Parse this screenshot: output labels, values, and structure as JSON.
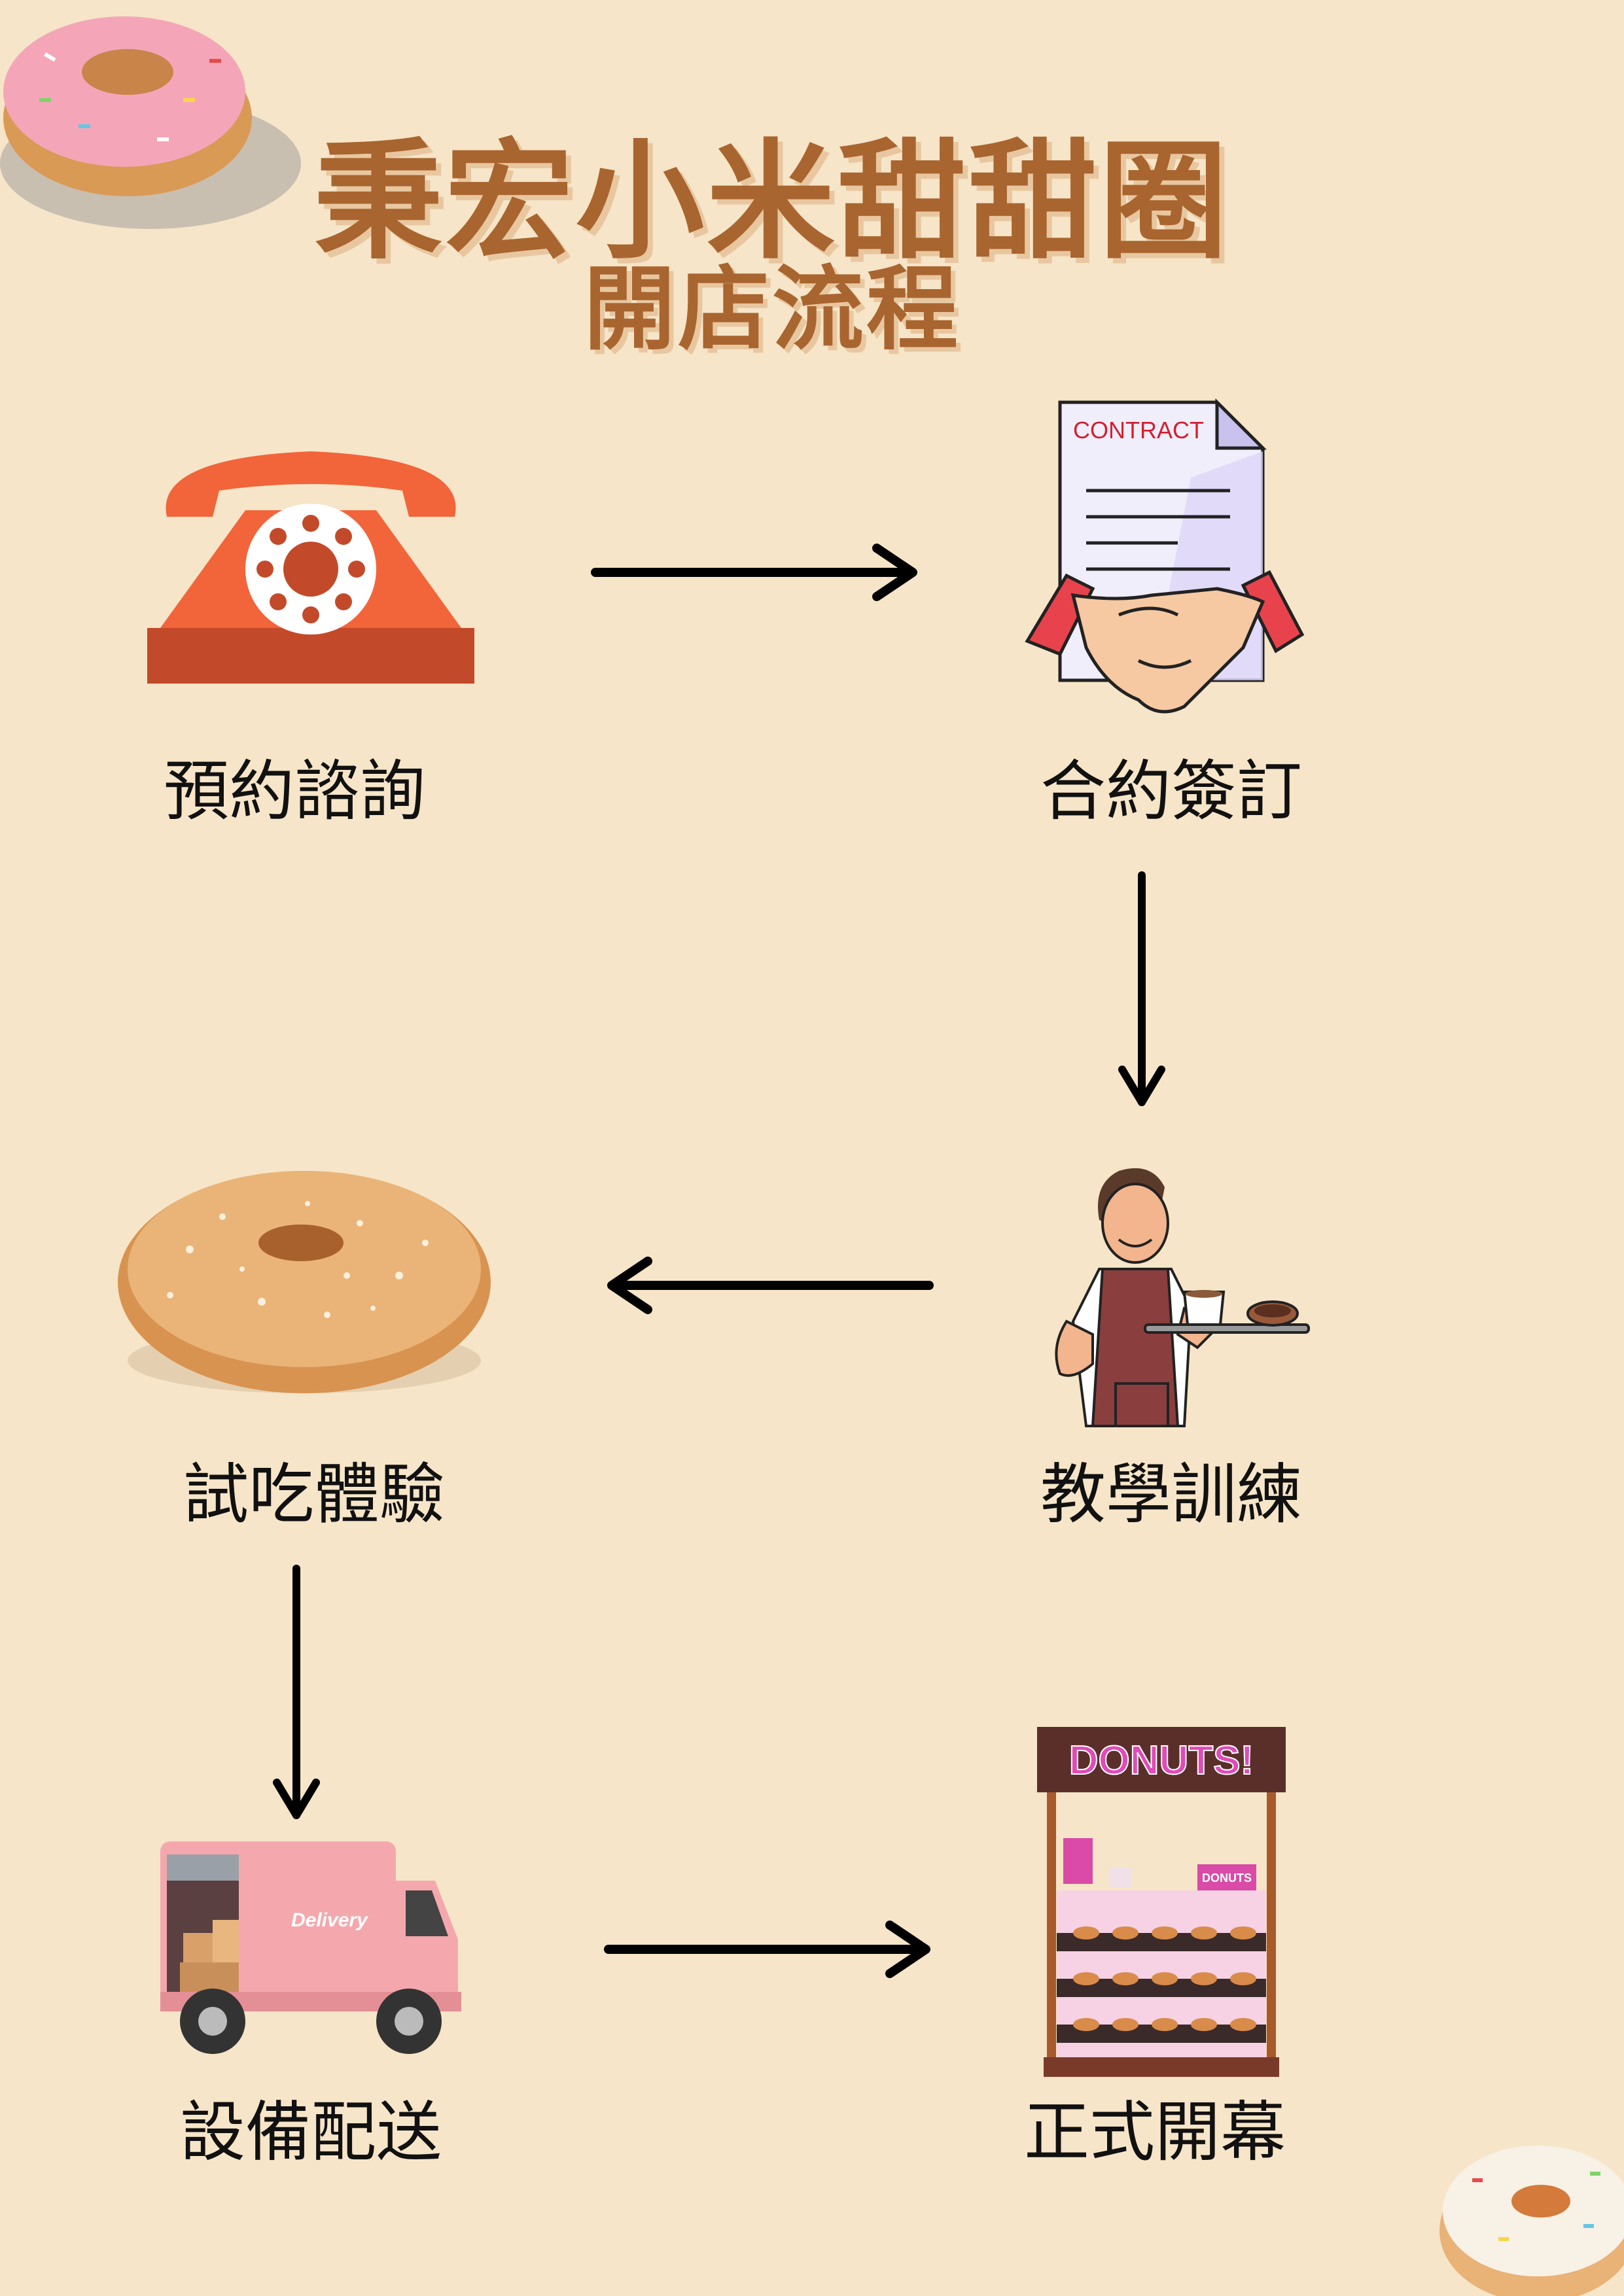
{
  "header": {
    "title": "秉宏小米甜甜圈",
    "subtitle": "開店流程"
  },
  "steps": [
    {
      "label": "預約諮詢",
      "icon": "telephone-icon"
    },
    {
      "label": "合約簽訂",
      "icon": "contract-handshake-icon"
    },
    {
      "label": "教學訓練",
      "icon": "barista-icon"
    },
    {
      "label": "試吃體驗",
      "icon": "sugar-donut-icon"
    },
    {
      "label": "設備配送",
      "icon": "delivery-truck-icon"
    },
    {
      "label": "正式開幕",
      "icon": "donut-stand-icon"
    }
  ],
  "contract_text": "CONTRACT",
  "truck_text": "Delivery",
  "stand_sign": "DONUTS!",
  "stand_box_text": "DONUTS",
  "colors": {
    "background": "#f6e5c8",
    "title": "#a9652f",
    "phone": "#f2643a",
    "arrow": "#000000"
  }
}
